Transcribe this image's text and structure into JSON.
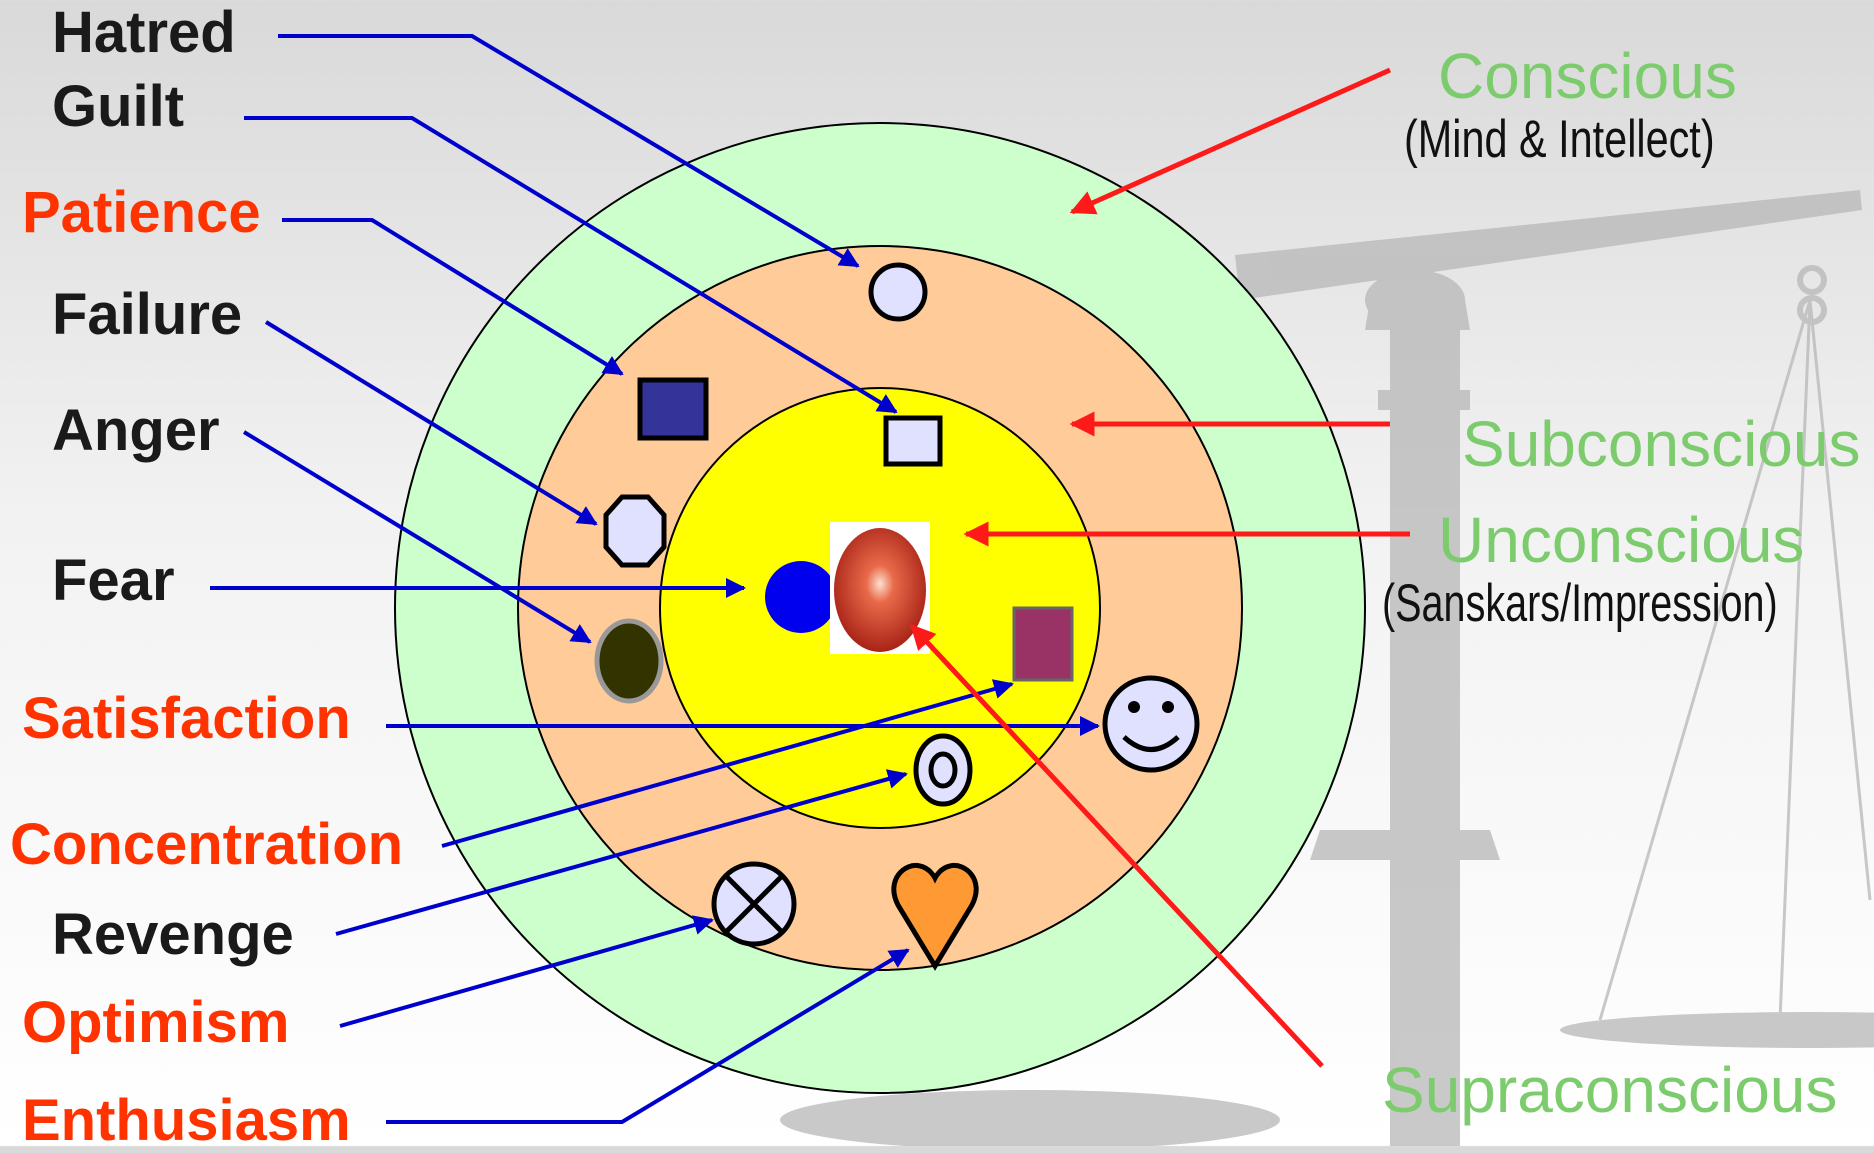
{
  "emotions": {
    "hatred": "Hatred",
    "guilt": "Guilt",
    "patience": "Patience",
    "failure": "Failure",
    "anger": "Anger",
    "fear": "Fear",
    "satisfaction": "Satisfaction",
    "concentration": "Concentration",
    "revenge": "Revenge",
    "optimism": "Optimism",
    "enthusiasm": "Enthusiasm"
  },
  "layers": {
    "conscious": {
      "title": "Conscious",
      "note": "(Mind & Intellect)"
    },
    "subconscious": {
      "title": "Subconscious"
    },
    "unconscious": {
      "title": "Unconscious",
      "note": "(Sanskars/Impression)"
    },
    "supraconscious": {
      "title": "Supraconscious"
    }
  },
  "colors": {
    "negative_label": "#1a1a1a",
    "positive_label": "#ff3300",
    "layer_label": "#7ccc6e",
    "conscious_ring": "#ccffcc",
    "subconscious_ring": "#ffcc99",
    "unconscious_core": "#ffff00",
    "blue_arrow": "#0000cc",
    "red_arrow": "#ff1a1a"
  },
  "icons": {
    "background": "balance-scale-icon",
    "hatred": "circle-icon",
    "guilt": "square-outline-icon",
    "patience": "dark-square-icon",
    "failure": "octagon-icon",
    "anger": "dark-ellipse-icon",
    "fear": "blue-dot-icon",
    "soul": "glowing-egg-icon",
    "concentration": "purple-square-icon",
    "satisfaction": "smiley-icon",
    "revenge": "target-icon",
    "optimism": "cross-circle-icon",
    "enthusiasm": "heart-icon"
  }
}
